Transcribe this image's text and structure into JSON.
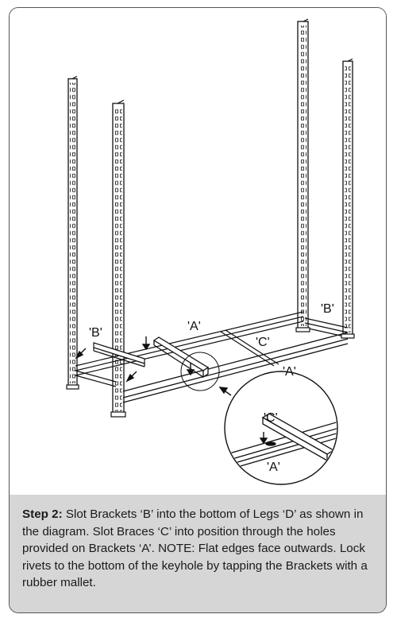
{
  "labels": {
    "b_left": "'B'",
    "b_right": "'B'",
    "a_top": "'A'",
    "a_front": "'A'",
    "c_main": "'C'",
    "c_inset": "'C'",
    "a_inset": "'A'"
  },
  "caption": {
    "step": "Step 2:",
    "text": " Slot Brackets ‘B’ into the bottom of Legs ‘D’ as shown in the diagram. Slot Braces ‘C’ into position through the holes provided on Brackets ‘A’. NOTE: Flat edges face outwards. Lock rivets to the bottom of the keyhole by tapping the Brackets with a rubber mallet."
  },
  "colors": {
    "caption_bg": "#d7d6d6",
    "line": "#111111",
    "border": "#555555"
  }
}
